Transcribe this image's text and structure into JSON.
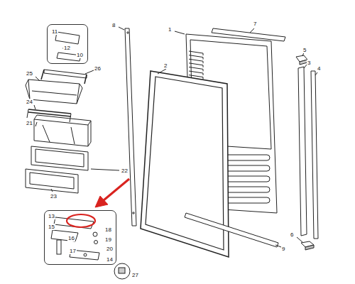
{
  "diagram": {
    "nodes": [
      {
        "text": [
          "11",
          "12",
          "10"
        ]
      },
      {
        "text": [
          "13",
          "15",
          "18",
          "19",
          "16",
          "20",
          "17",
          "14"
        ]
      }
    ],
    "labels": [
      "8",
      "1",
      "7",
      "5",
      "3",
      "4",
      "2",
      "26",
      "25",
      "24",
      "21",
      "22",
      "23",
      "6",
      "9",
      "27"
    ]
  }
}
